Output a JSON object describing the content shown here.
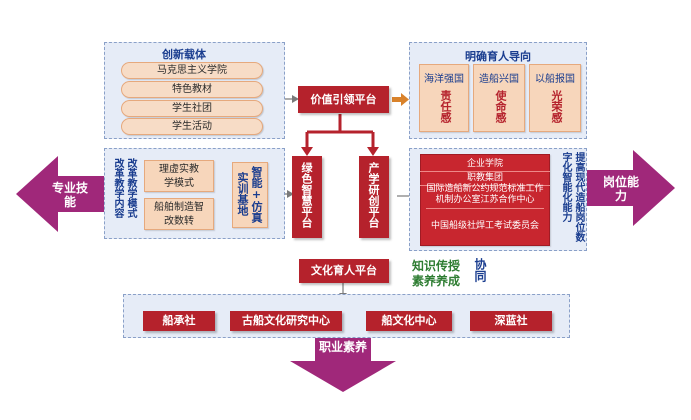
{
  "left_top": {
    "title": "创新载体",
    "items": [
      "马克思主义学院",
      "特色教材",
      "学生社团",
      "学生活动"
    ]
  },
  "right_top": {
    "title": "明确育人导向",
    "cards": [
      {
        "top": "海洋强国",
        "bottom": "责任感"
      },
      {
        "top": "造船兴国",
        "bottom": "使命感"
      },
      {
        "top": "以船报国",
        "bottom": "光荣感"
      }
    ]
  },
  "center": {
    "value_platform": "价值引领平台",
    "green_platform": "绿色智慧平台",
    "industry_platform": "产学研创平台",
    "culture_platform": "文化育人平台"
  },
  "left_mid": {
    "reform_col1": "改革教学内容",
    "reform_col2": "改革教学模式",
    "box1": "理虚实教学模式",
    "box2": "船舶制造智改数转",
    "training": "实训基地",
    "smart": "智能+仿真"
  },
  "right_mid": {
    "items": [
      "企业学院",
      "职教集团",
      "国际造船新公约规范标准工作机制办公室江苏合作中心",
      "中国船级社焊工考试委员会"
    ],
    "vertical": "提高现代造船岗位数字化智能化能力"
  },
  "synergy": {
    "line1": "知识传授",
    "line2": "素养养成",
    "tag": "协同"
  },
  "bottom": {
    "items": [
      "船承社",
      "古船文化研究中心",
      "船文化中心",
      "深蓝社"
    ]
  },
  "arrows": {
    "left": "专业技能",
    "right": "岗位能力",
    "bottom": "职业素养"
  },
  "colors": {
    "red": "#b5222c",
    "purple": "#a0287a",
    "orange_arrow": "#d9822b",
    "panel": "#e6ecf7",
    "peach": "#f7d6bb",
    "title_blue": "#1a3d8f"
  }
}
